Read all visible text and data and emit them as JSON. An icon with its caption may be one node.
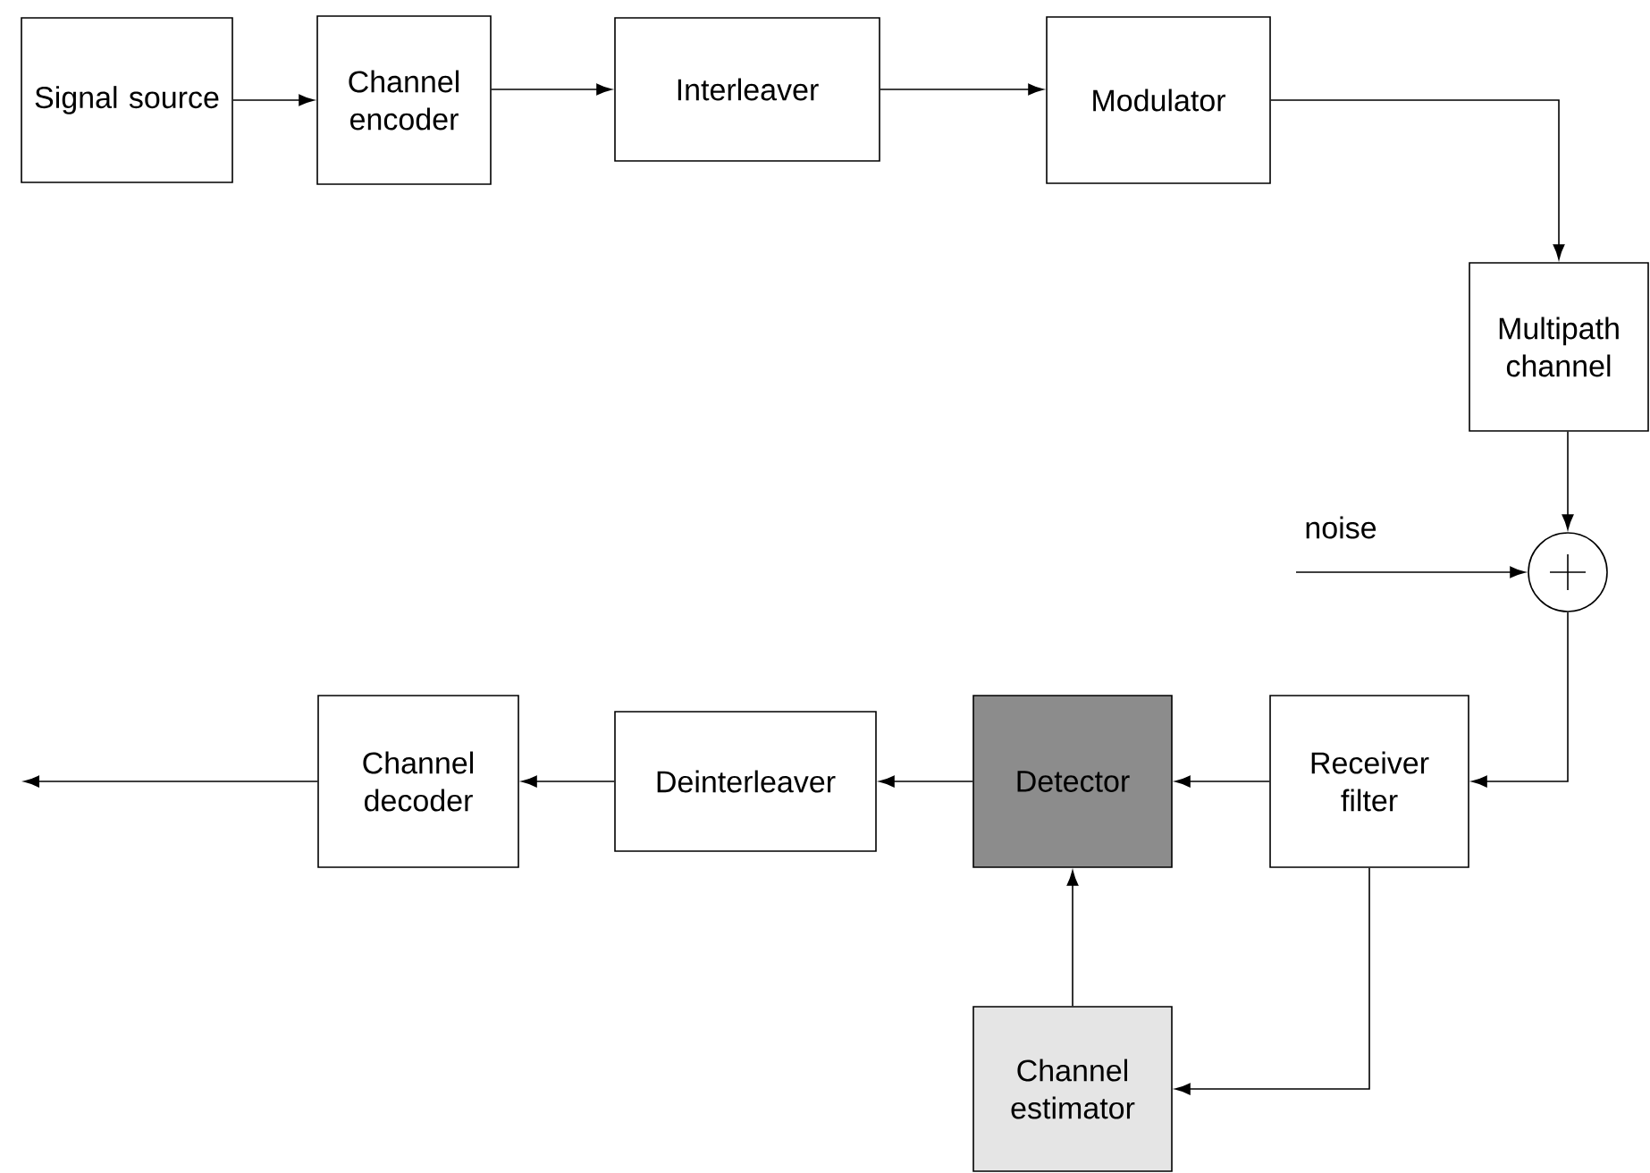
{
  "diagram": {
    "nodes": [
      {
        "text": [
          "Signal source"
        ]
      },
      {
        "text": [
          "Channel encoder"
        ]
      },
      {
        "text": [
          "Interleaver"
        ]
      },
      {
        "text": [
          "Modulator"
        ]
      },
      {
        "text": [
          "Multipath channel"
        ]
      },
      {
        "text": [],
        "shape": "circle"
      },
      {
        "text": [
          "Receiver filter"
        ]
      },
      {
        "text": [
          "Detector"
        ]
      },
      {
        "text": [
          "Deinterleaver"
        ]
      },
      {
        "text": [
          "Channel decoder"
        ]
      },
      {
        "text": [
          "Channel estimator"
        ]
      }
    ],
    "edges": [
      {
        "from": 0,
        "to": 1,
        "arrow": "to"
      },
      {
        "from": 1,
        "to": 2,
        "arrow": "to"
      },
      {
        "from": 2,
        "to": 3,
        "arrow": "to"
      },
      {
        "from": 3,
        "to": 4,
        "arrow": "to"
      },
      {
        "from": 4,
        "to": 5,
        "arrow": "to"
      },
      {
        "from": null,
        "to": 5,
        "arrow": "to",
        "label": "noise"
      },
      {
        "from": 5,
        "to": 6,
        "arrow": "to"
      },
      {
        "from": 6,
        "to": 7,
        "arrow": "to"
      },
      {
        "from": 7,
        "to": 8,
        "arrow": "to"
      },
      {
        "from": 8,
        "to": 9,
        "arrow": "to"
      },
      {
        "from": 9,
        "to": null,
        "arrow": "to"
      },
      {
        "from": 10,
        "to": 7,
        "arrow": "to"
      },
      {
        "from": 6,
        "to": 10,
        "arrow": "to"
      }
    ]
  }
}
